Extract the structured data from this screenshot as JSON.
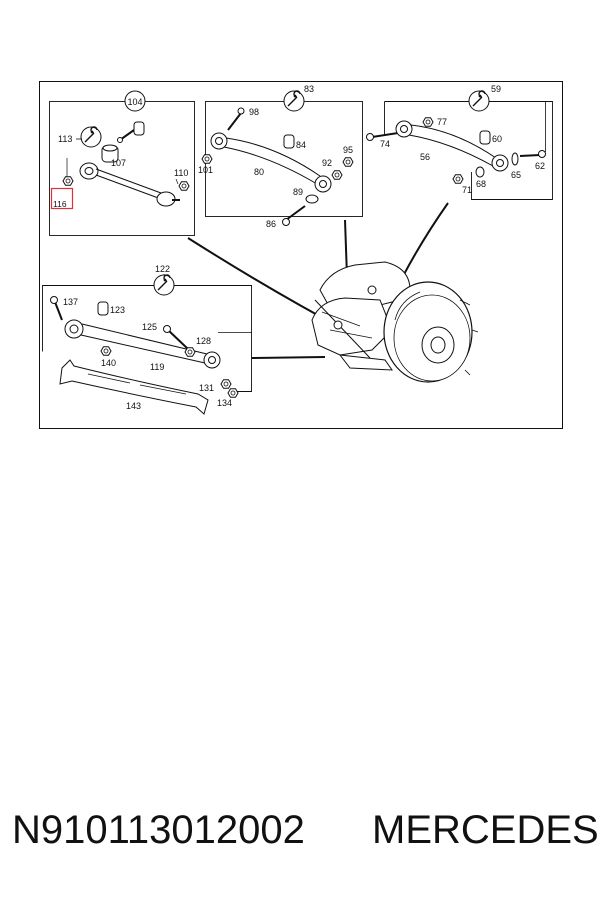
{
  "callouts": {
    "c104": "104",
    "c83": "83",
    "c59": "59",
    "c122": "122",
    "c113": "113",
    "c107": "107",
    "c110": "110",
    "c116": "116",
    "c98": "98",
    "c84": "84",
    "c95": "95",
    "c92": "92",
    "c101": "101",
    "c80": "80",
    "c89": "89",
    "c86": "86",
    "c77": "77",
    "c60": "60",
    "c74": "74",
    "c56": "56",
    "c65": "65",
    "c62": "62",
    "c68": "68",
    "c71": "71",
    "c137": "137",
    "c123": "123",
    "c125": "125",
    "c128": "128",
    "c119": "119",
    "c140": "140",
    "c131": "131",
    "c143": "143",
    "c134": "134"
  },
  "caption": {
    "part_number": "N910113012002",
    "brand": "MERCEDES"
  },
  "colors": {
    "line": "#111111",
    "highlight": "#e0303a"
  }
}
